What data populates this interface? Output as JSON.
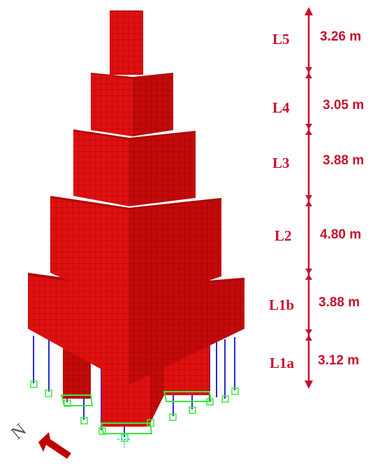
{
  "model": {
    "colors": {
      "mesh": "#e01010",
      "mesh_line": "#7a0000",
      "column": "#2a2ad0",
      "support": "#3ee83e",
      "dimension": "#c8102e"
    }
  },
  "levels": [
    {
      "name": "L5",
      "height": "3.26 m"
    },
    {
      "name": "L4",
      "height": "3.05 m"
    },
    {
      "name": "L3",
      "height": "3.88 m"
    },
    {
      "name": "L2",
      "height": "4.80 m"
    },
    {
      "name": "L1b",
      "height": "3.88 m"
    },
    {
      "name": "L1a",
      "height": "3.12 m"
    }
  ],
  "north": {
    "label": "N",
    "icon": "north-arrow-icon"
  }
}
